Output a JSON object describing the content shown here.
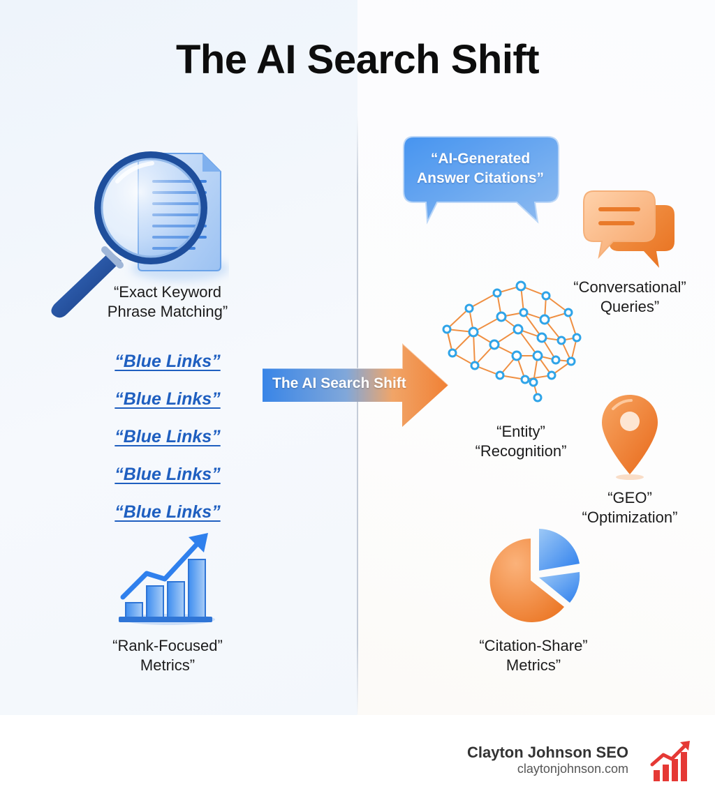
{
  "title": "The AI Search Shift",
  "left": {
    "keyword_label_1": "“Exact Keyword",
    "keyword_label_2": "Phrase Matching”",
    "blue_links": [
      "“Blue Links”",
      "“Blue Links”",
      "“Blue Links”",
      "“Blue Links”",
      "“Blue Links”"
    ],
    "metrics_label_1": "“Rank-Focused”",
    "metrics_label_2": "Metrics”",
    "icons": [
      "magnifier-document-icon",
      "bar-chart-growth-icon"
    ]
  },
  "center": {
    "arrow_label": "The AI Search Shift",
    "icon": "arrow-right-icon"
  },
  "right": {
    "bubble_line_1": "“AI-Generated",
    "bubble_line_2": "Answer Citations”",
    "conversational_line_1": "“Conversational”",
    "conversational_line_2": "Queries”",
    "entity_line_1": "“Entity”",
    "entity_line_2": "“Recognition”",
    "geo_line_1": "“GEO”",
    "geo_line_2": "“Optimization”",
    "citation_line_1": "“Citation-Share”",
    "citation_line_2": "Metrics”",
    "icons": [
      "speech-bubble-icon",
      "chat-bubbles-icon",
      "neural-brain-icon",
      "map-pin-icon",
      "pie-chart-icon"
    ]
  },
  "footer": {
    "brand_name": "Clayton Johnson SEO",
    "brand_url": "claytonjohnson.com",
    "logo_icon": "red-bar-chart-logo-icon"
  },
  "colors": {
    "blue_accent": "#2f80ed",
    "orange_accent": "#f08a3c",
    "link_blue": "#1f5fc0",
    "logo_red": "#e53935"
  }
}
